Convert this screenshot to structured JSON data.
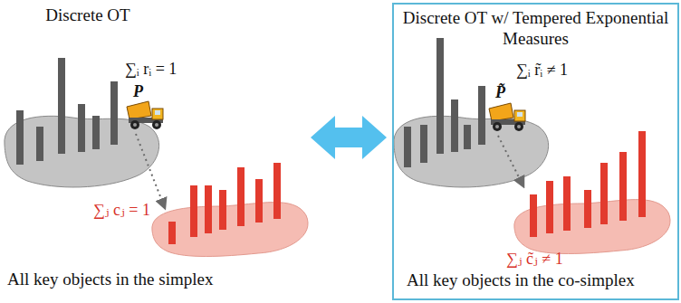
{
  "diagram": {
    "nodes": [
      {
        "text": [
          "Discrete OT w/ Tempered Exponential Measures",
          "∑ᵢ r̃ᵢ ≠ 1",
          "P̃",
          "∑ⱼ c̃ⱼ ≠ 1",
          "All key objects in the co-simplex"
        ]
      }
    ],
    "labels": [
      "Discrete OT",
      "∑ᵢ rᵢ = 1",
      "P",
      "∑ⱼ cⱼ = 1",
      "All key objects in the simplex"
    ]
  }
}
